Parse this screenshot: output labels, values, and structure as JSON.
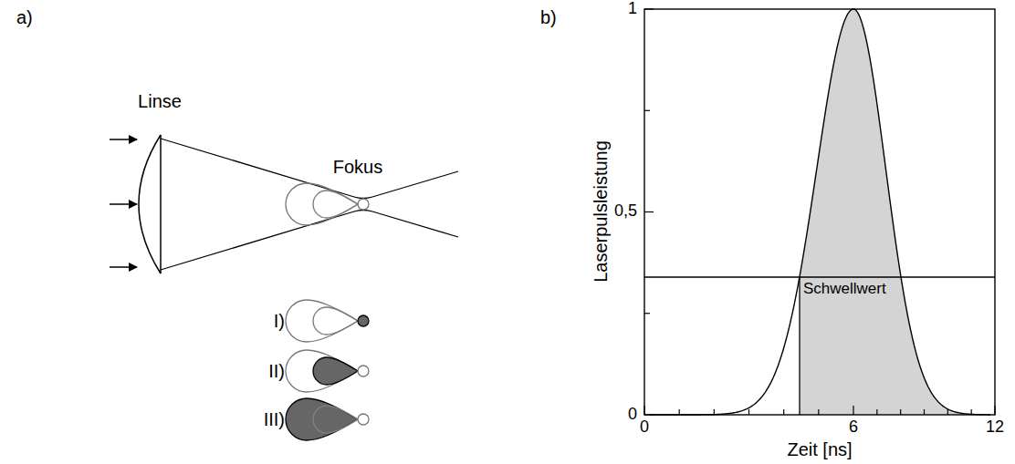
{
  "diagram": {
    "labels": [
      "a)",
      "b)",
      "Linse",
      "Fokus",
      "I)",
      "II)",
      "III)",
      "1",
      "0,5",
      "0",
      "0",
      "6",
      "12",
      "Zeit [ns]",
      "Laserpulsleistung",
      "Schwellwert"
    ]
  }
}
